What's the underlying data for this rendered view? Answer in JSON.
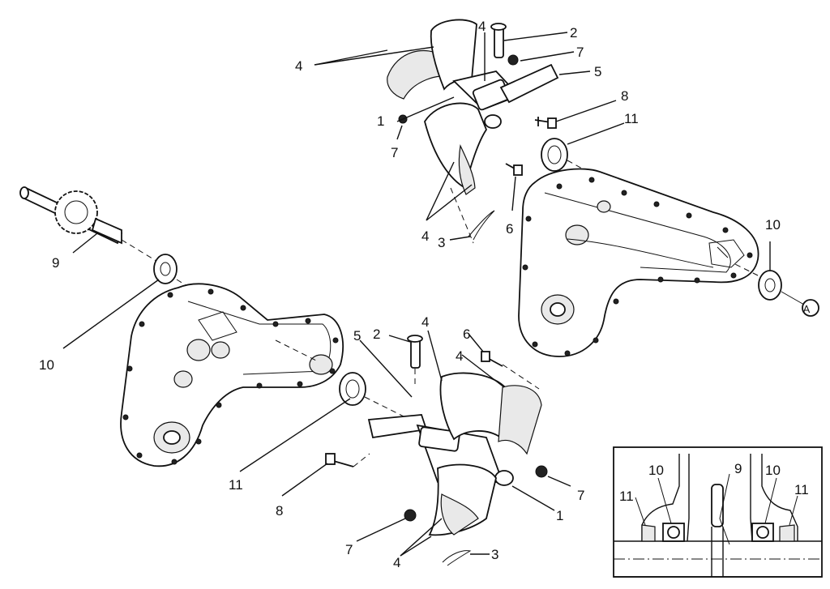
{
  "callouts": {
    "one": "1",
    "two": "2",
    "three": "3",
    "four": "4",
    "five": "5",
    "six": "6",
    "seven": "7",
    "eight": "8",
    "nine": "9",
    "ten": "10",
    "eleven": "11"
  },
  "reference_mark": "A",
  "inset": {
    "labels": {
      "left_eleven": "11",
      "left_ten": "10",
      "center_nine": "9",
      "right_ten": "10",
      "right_eleven": "11"
    }
  }
}
